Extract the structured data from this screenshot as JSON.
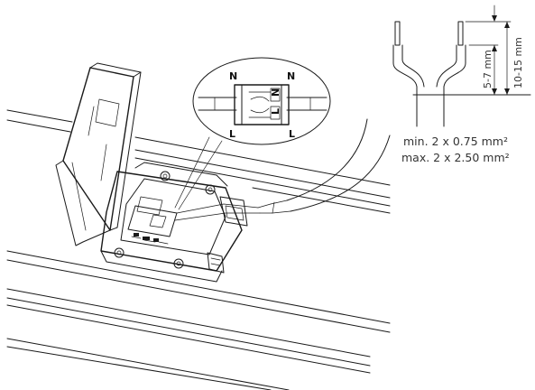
{
  "wire_spec": {
    "min": "min. 2 x 0.75 mm²",
    "max": "max. 2 x 2.50 mm²"
  },
  "dimensions": {
    "insulation_strip": "10-15 mm",
    "conductor_strip": "5-7 mm"
  },
  "terminal_labels": {
    "top_left": "N",
    "top_right": "N",
    "bottom_left": "L",
    "bottom_right": "L",
    "block_n": "N",
    "block_l": "L"
  }
}
